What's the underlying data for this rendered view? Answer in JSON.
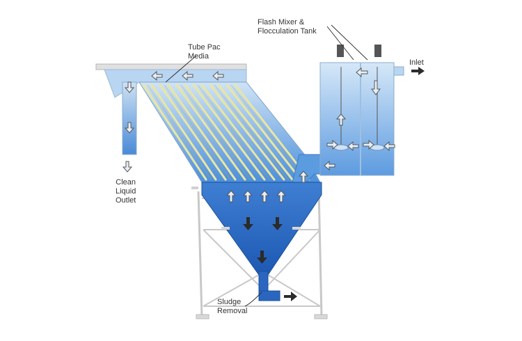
{
  "labels": {
    "flash_mixer": [
      "Flash Mixer &",
      "Flocculation Tank"
    ],
    "tube_pac": [
      "Tube Pac",
      "Media"
    ],
    "inlet": "Inlet",
    "clean_outlet": [
      "Clean",
      "Liquid",
      "Outlet"
    ],
    "sludge": [
      "Sludge",
      "Removal"
    ]
  },
  "colors": {
    "water_light": "#a9cdee",
    "water_mid": "#5b9be0",
    "water_dark": "#1f5fb8",
    "tube_yellow": "#e9e6a0",
    "frame": "#cfcfcf",
    "arrow": "#3a3a3a",
    "motor": "#555555"
  },
  "icons": [
    "down-arrow-icon",
    "up-arrow-icon",
    "left-arrow-icon",
    "right-arrow-icon",
    "mixer-icon",
    "motor-icon"
  ]
}
